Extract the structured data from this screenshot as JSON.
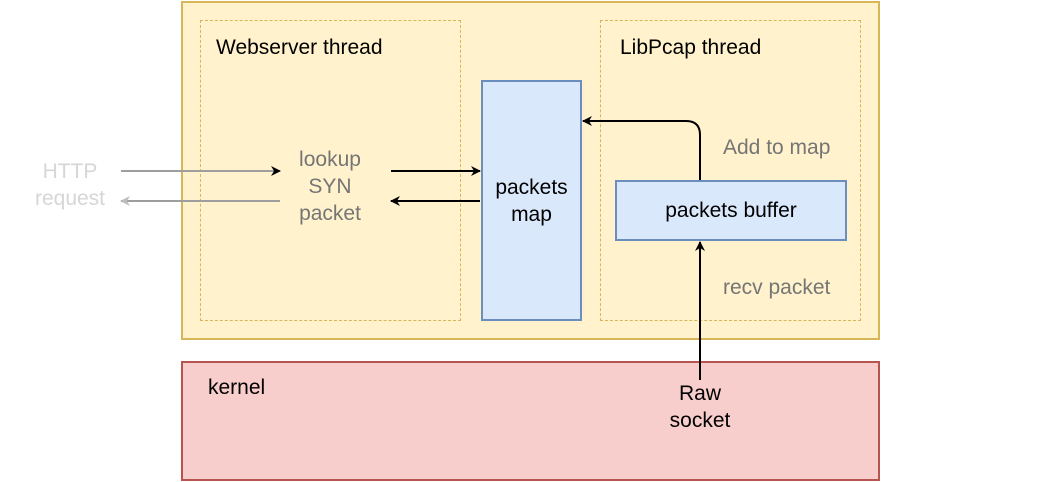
{
  "diagram": {
    "webserver_thread_label": "Webserver thread",
    "libpcap_thread_label": "LibPcap thread",
    "lookup_label": "lookup\nSYN\npacket",
    "http_request_label": "HTTP\nrequest",
    "packets_map_label": "packets\nmap",
    "packets_buffer_label": "packets buffer",
    "add_to_map_label": "Add to map",
    "recv_packet_label": "recv packet",
    "kernel_label": "kernel",
    "raw_socket_label": "Raw\nsocket"
  },
  "colors": {
    "app_fill": "#fff2cc",
    "app_border": "#d6b656",
    "kernel_fill": "#f8cecc",
    "kernel_border": "#b85450",
    "box_fill": "#dae8fc",
    "box_border": "#6c8ebf"
  }
}
